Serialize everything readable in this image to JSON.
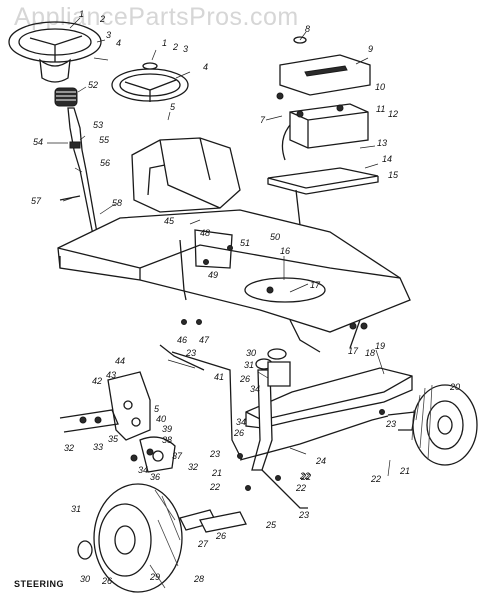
{
  "watermark": "AppliancePartsPros.com",
  "section_title": "STEERING",
  "callouts": [
    "1",
    "2",
    "3",
    "4",
    "52",
    "54",
    "53",
    "55",
    "56",
    "57",
    "58",
    "1",
    "2",
    "3",
    "4",
    "5",
    "45",
    "48",
    "51",
    "50",
    "49",
    "46",
    "47",
    "8",
    "9",
    "10",
    "7",
    "11",
    "12",
    "13",
    "14",
    "15",
    "16",
    "17",
    "17",
    "18",
    "19",
    "20",
    "44",
    "43",
    "42",
    "5",
    "40",
    "39",
    "38",
    "37",
    "36",
    "34",
    "33",
    "32",
    "32",
    "35",
    "30",
    "31",
    "26",
    "34",
    "41",
    "34",
    "26",
    "23",
    "21",
    "22",
    "24",
    "22",
    "23",
    "21",
    "22",
    "22",
    "22",
    "23",
    "25",
    "27",
    "26",
    "31",
    "30",
    "26",
    "29",
    "28",
    "23"
  ]
}
